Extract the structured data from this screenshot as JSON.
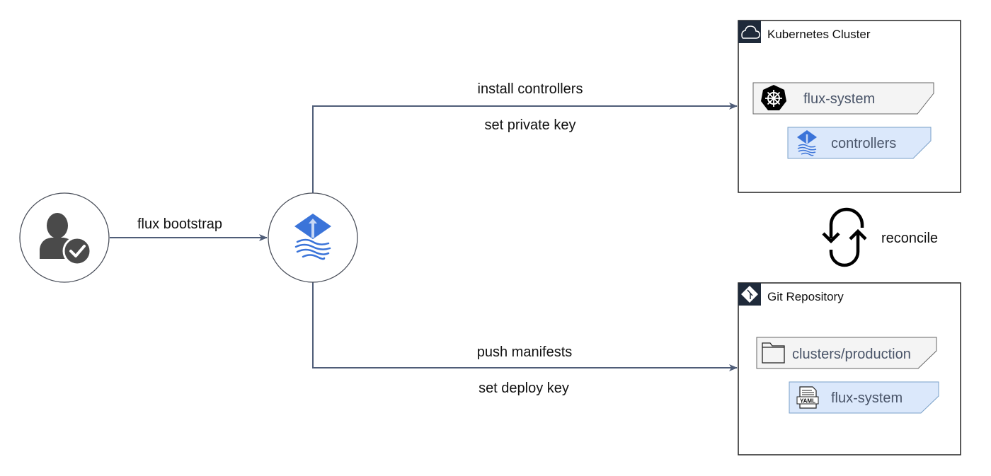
{
  "user": {
    "icon": "user-check-icon",
    "action_label": "flux bootstrap"
  },
  "flux": {
    "icon": "flux-logo-icon"
  },
  "top_edge": {
    "label_above": "install controllers",
    "label_below": "set private key"
  },
  "bottom_edge": {
    "label_above": "push manifests",
    "label_below": "set deploy key"
  },
  "cluster": {
    "title": "Kubernetes Cluster",
    "icon": "cloud-icon",
    "namespace": {
      "label": "flux-system",
      "icon": "kubernetes-helm-icon"
    },
    "controllers": {
      "label": "controllers",
      "icon": "flux-logo-icon"
    }
  },
  "reconcile": {
    "label": "reconcile",
    "icon": "sync-arrows-icon"
  },
  "repo": {
    "title": "Git Repository",
    "icon": "git-icon",
    "folder": {
      "label": "clusters/production",
      "icon": "folder-icon"
    },
    "manifest": {
      "label": "flux-system",
      "icon": "yaml-file-icon"
    }
  },
  "colors": {
    "edge": "#4f5d78",
    "flux_blue": "#3b74d9",
    "item_blue_fill": "#dbe8fb",
    "item_gray_fill": "#f4f4f4",
    "header_dark": "#1f2a3a"
  }
}
